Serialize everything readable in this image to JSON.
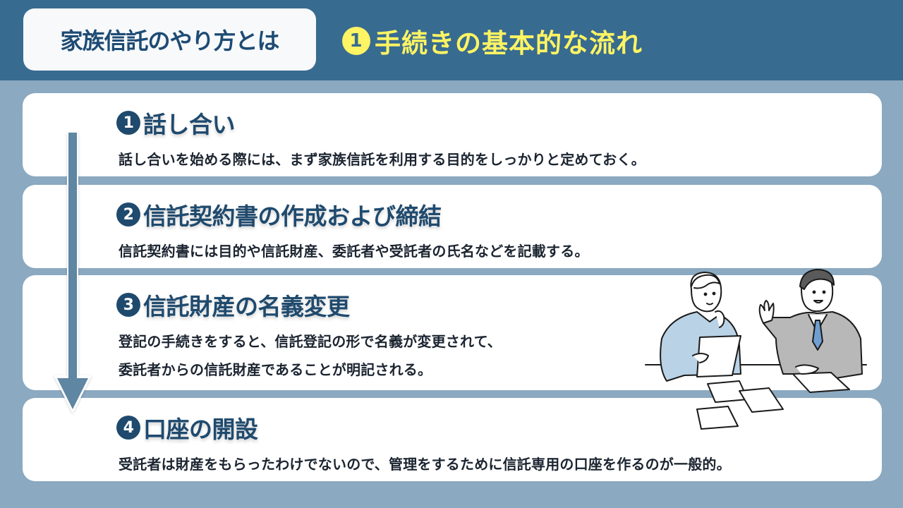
{
  "header": {
    "badge_label": "家族信託のやり方とは",
    "title_number": "1",
    "title_text": "手続きの基本的な流れ",
    "colors": {
      "header_bg": "#386b90",
      "page_bg": "#8ba9c0",
      "title_yellow": "#fff463",
      "badge_text": "#1e4b74"
    }
  },
  "steps": [
    {
      "number": "1",
      "title": "話し合い",
      "description": [
        "話し合いを始める際には、まず家族信託を利用する目的をしっかりと定めておく。"
      ]
    },
    {
      "number": "2",
      "title": "信託契約書の作成および締結",
      "description": [
        "信託契約書には目的や信託財産、委託者や受託者の氏名などを記載する。"
      ]
    },
    {
      "number": "3",
      "title": "信託財産の名義変更",
      "description": [
        "登記の手続きをすると、信託登記の形で名義が変更されて、",
        "委託者からの信託財産であることが明記される。"
      ]
    },
    {
      "number": "4",
      "title": "口座の開設",
      "description": [
        "受託者は財産をもらったわけでないので、管理をするために信託専用の口座を作るのが一般的。"
      ]
    }
  ],
  "decorations": {
    "flow_arrow": "down-arrow",
    "illustration": "two-people-meeting-with-documents"
  }
}
